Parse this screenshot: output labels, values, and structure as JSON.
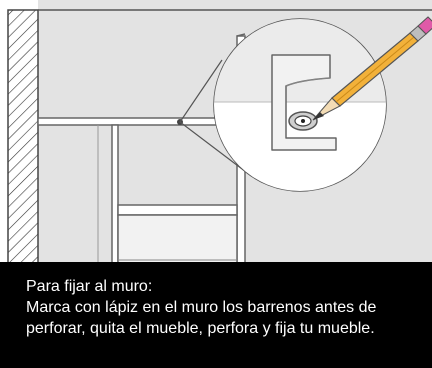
{
  "caption": {
    "title": "Para fijar al muro:",
    "line1": "Marca con lápiz en el muro los barrenos antes de",
    "line2": "perforar, quita el mueble, perfora y fija tu mueble."
  },
  "icons": {
    "pencil": "pencil-icon",
    "bracket": "wall-bracket-icon"
  },
  "colors": {
    "wall_fill": "#dcdcdc",
    "pencil_body": "#f2b13a",
    "pencil_eraser": "#e05aa8",
    "caption_bg": "#000000",
    "caption_text": "#ffffff"
  }
}
